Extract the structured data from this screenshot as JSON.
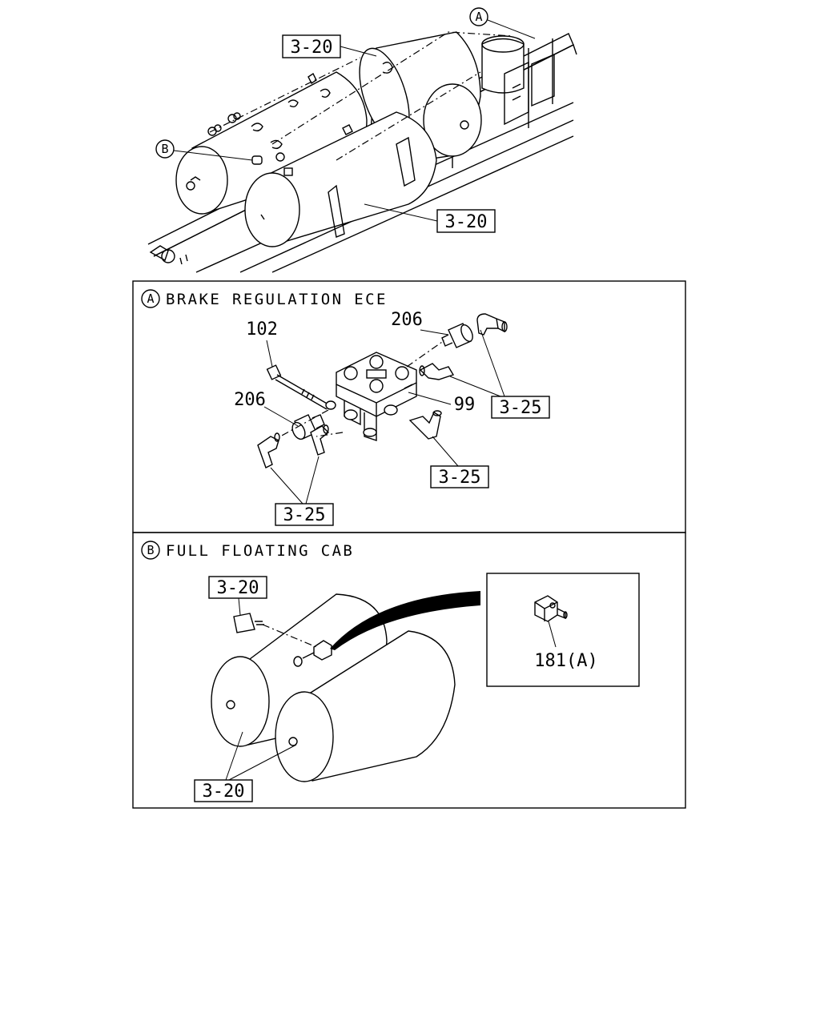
{
  "overview": {
    "marker_a": "A",
    "marker_b": "B",
    "ref_top": "3-20",
    "ref_mid": "3-20"
  },
  "panel_a": {
    "marker": "A",
    "title": "BRAKE REGULATION ECE",
    "labels": {
      "p102": "102",
      "p206_top": "206",
      "p206_left": "206",
      "p99": "99",
      "ref_right": "3-25",
      "ref_center": "3-25",
      "ref_bottom": "3-25"
    }
  },
  "panel_b": {
    "marker": "B",
    "title": "FULL FLOATING CAB",
    "labels": {
      "ref_top": "3-20",
      "ref_bottom": "3-20",
      "detail": "181(A)"
    }
  }
}
